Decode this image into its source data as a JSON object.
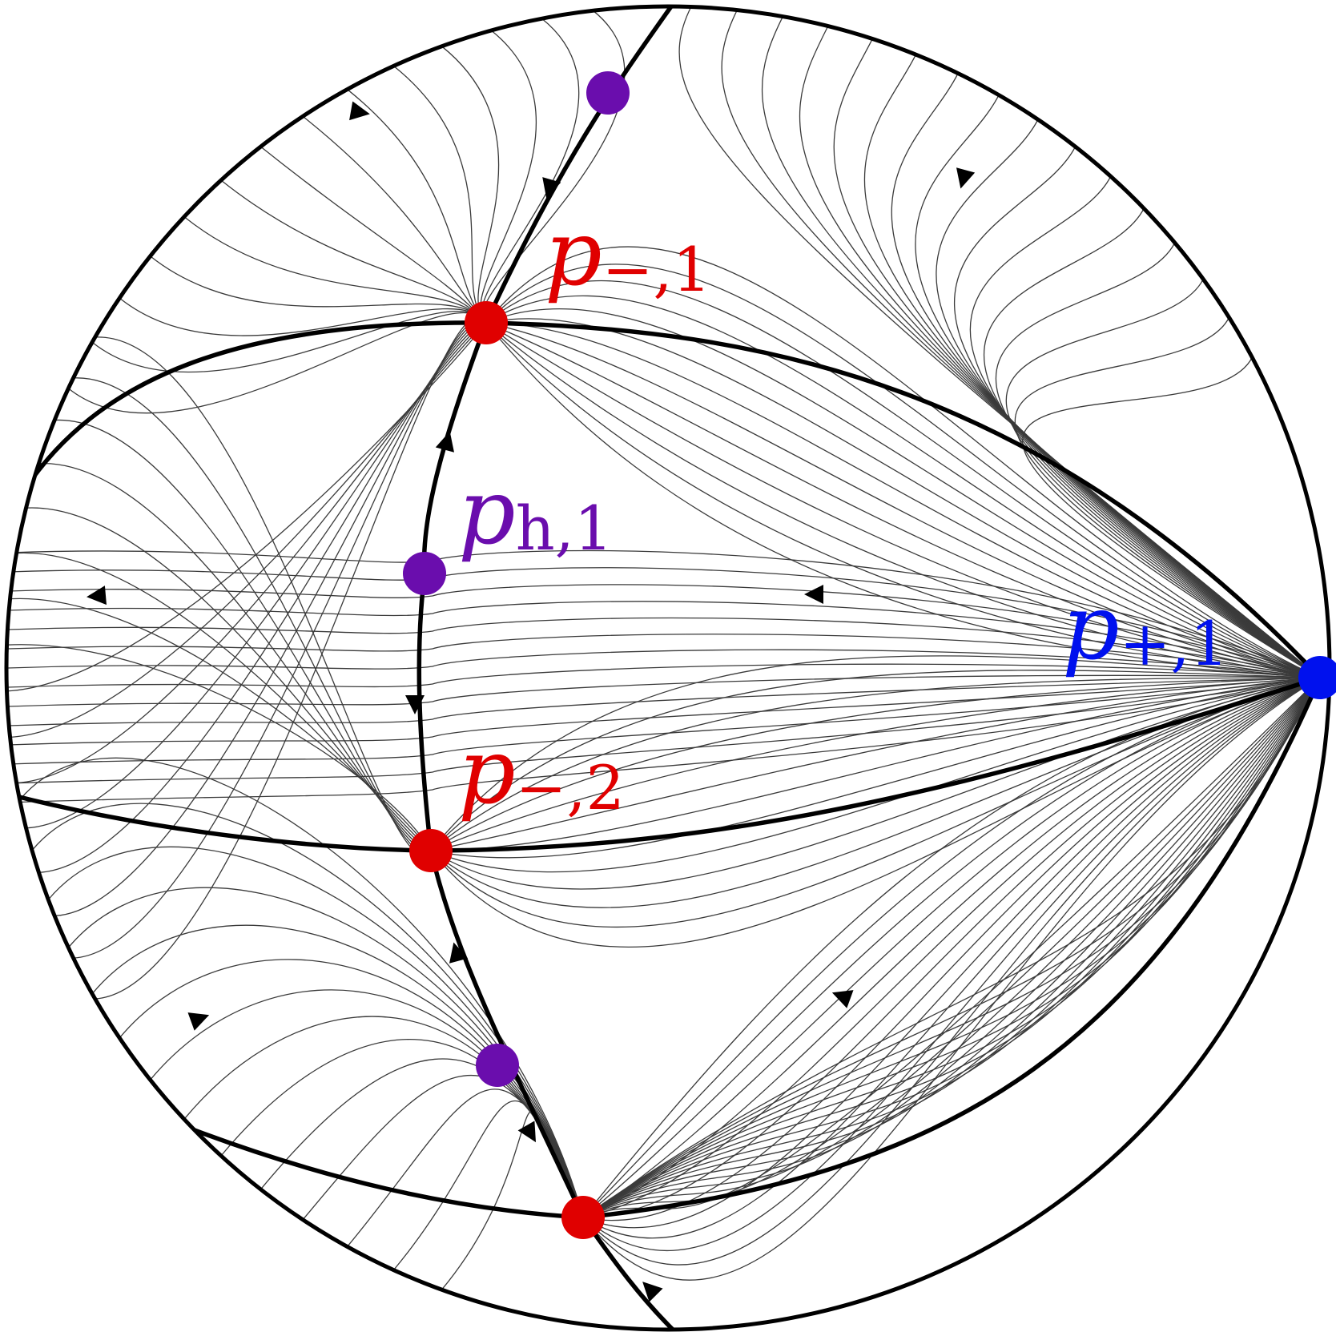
{
  "colors": {
    "repeller": "#e00000",
    "saddle": "#6a0dad",
    "attractor": "#0011ee",
    "separatrix": "#000000",
    "flow": "#3a3a3a"
  },
  "labels": {
    "p_minus_1": {
      "base": "p",
      "sub": "−,1"
    },
    "p_minus_2": {
      "base": "p",
      "sub": "−,2"
    },
    "p_h_1": {
      "base": "p",
      "sub": "h,1"
    },
    "p_plus_1": {
      "base": "p",
      "sub": "+,1"
    }
  }
}
